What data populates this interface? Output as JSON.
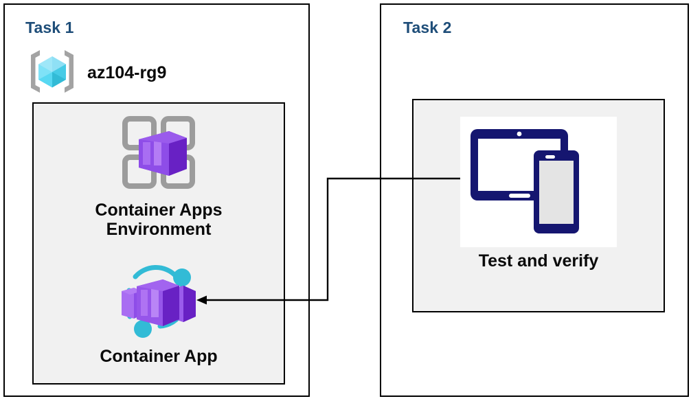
{
  "diagram": {
    "title": "Azure Container Apps task diagram",
    "background": "#ffffff",
    "colors": {
      "task_heading": "#1F4E79",
      "panel_border": "#000000",
      "inner_fill": "#F1F1F1",
      "label_text": "#0a0a0a",
      "azure_cube_light": "#9FE7F8",
      "azure_cube_mid": "#50D9F0",
      "azure_cube_dark": "#32BBD6",
      "bracket_grey": "#A3A3A3",
      "container_purple_light": "#A濃"
    }
  },
  "panels": [
    {
      "id": "task1",
      "title": "Task 1",
      "resource_group": {
        "icon": "azure-resource-group-icon",
        "label": "az104-rg9"
      },
      "nodes": [
        {
          "id": "container-apps-environment",
          "icon": "container-apps-environment-icon",
          "label": "Container Apps\nEnvironment"
        },
        {
          "id": "container-app",
          "icon": "container-app-icon",
          "label": "Container App"
        }
      ]
    },
    {
      "id": "task2",
      "title": "Task 2",
      "nodes": [
        {
          "id": "test-and-verify",
          "icon": "devices-icon",
          "label": "Test and verify"
        }
      ]
    }
  ],
  "connector": {
    "id": "test-to-container-app-arrow",
    "from": "test-and-verify",
    "to": "container-app",
    "direction": "left",
    "color": "#000000"
  }
}
